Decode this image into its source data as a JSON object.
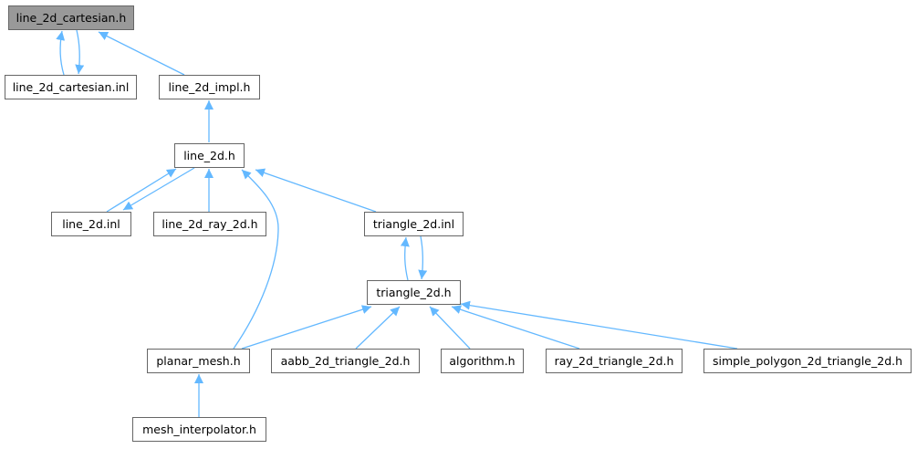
{
  "colors": {
    "edge": "#63b8ff",
    "root_fill": "#999999",
    "node_border": "#666666"
  },
  "nodes": {
    "line_2d_cartesian_h": "line_2d_cartesian.h",
    "line_2d_cartesian_inl": "line_2d_cartesian.inl",
    "line_2d_impl_h": "line_2d_impl.h",
    "line_2d_h": "line_2d.h",
    "line_2d_inl": "line_2d.inl",
    "line_2d_ray_2d_h": "line_2d_ray_2d.h",
    "triangle_2d_inl": "triangle_2d.inl",
    "triangle_2d_h": "triangle_2d.h",
    "planar_mesh_h": "planar_mesh.h",
    "aabb_2d_triangle_2d_h": "aabb_2d_triangle_2d.h",
    "algorithm_h": "algorithm.h",
    "ray_2d_triangle_2d_h": "ray_2d_triangle_2d.h",
    "simple_polygon_2d_triangle_2d_h": "simple_polygon_2d_triangle_2d.h",
    "mesh_interpolator_h": "mesh_interpolator.h"
  },
  "edges": [
    {
      "from": "line_2d_cartesian.inl",
      "to": "line_2d_cartesian.h"
    },
    {
      "from": "line_2d_cartesian.h",
      "to": "line_2d_cartesian.inl"
    },
    {
      "from": "line_2d_impl.h",
      "to": "line_2d_cartesian.h"
    },
    {
      "from": "line_2d.h",
      "to": "line_2d_impl.h"
    },
    {
      "from": "line_2d.inl",
      "to": "line_2d.h"
    },
    {
      "from": "line_2d.h",
      "to": "line_2d.inl"
    },
    {
      "from": "line_2d_ray_2d.h",
      "to": "line_2d.h"
    },
    {
      "from": "planar_mesh.h",
      "to": "line_2d.h"
    },
    {
      "from": "triangle_2d.inl",
      "to": "line_2d.h"
    },
    {
      "from": "triangle_2d.h",
      "to": "triangle_2d.inl"
    },
    {
      "from": "triangle_2d.inl",
      "to": "triangle_2d.h"
    },
    {
      "from": "planar_mesh.h",
      "to": "triangle_2d.h"
    },
    {
      "from": "aabb_2d_triangle_2d.h",
      "to": "triangle_2d.h"
    },
    {
      "from": "algorithm.h",
      "to": "triangle_2d.h"
    },
    {
      "from": "ray_2d_triangle_2d.h",
      "to": "triangle_2d.h"
    },
    {
      "from": "simple_polygon_2d_triangle_2d.h",
      "to": "triangle_2d.h"
    },
    {
      "from": "mesh_interpolator.h",
      "to": "planar_mesh.h"
    }
  ]
}
